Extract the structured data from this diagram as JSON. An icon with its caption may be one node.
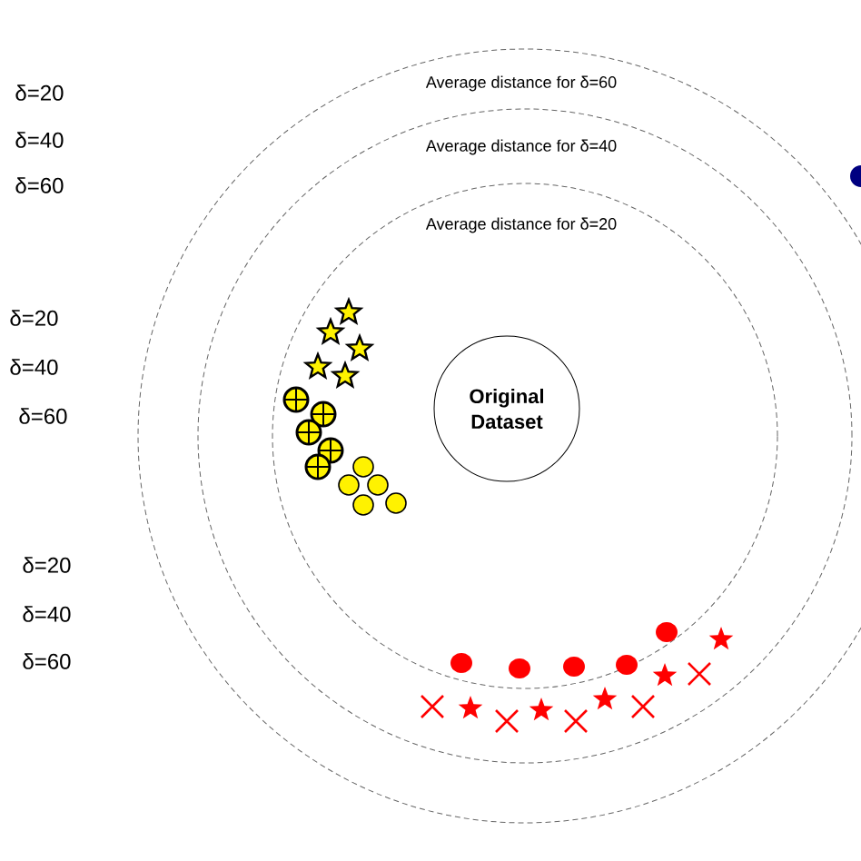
{
  "diagram": {
    "nodes": [
      {
        "text": [
          "Original Dataset"
        ]
      }
    ],
    "edges": [],
    "labels": [
      "Average distance for δ=60",
      "Average distance for δ=40",
      "Average distance for δ=20"
    ],
    "legend": [
      {
        "text": "δ=20"
      },
      {
        "text": "δ=40"
      },
      {
        "text": "δ=60"
      },
      {
        "text": "δ=20"
      },
      {
        "text": "δ=40"
      },
      {
        "text": "δ=60"
      },
      {
        "text": "δ=20"
      },
      {
        "text": "δ=40"
      },
      {
        "text": "δ=60"
      }
    ]
  }
}
